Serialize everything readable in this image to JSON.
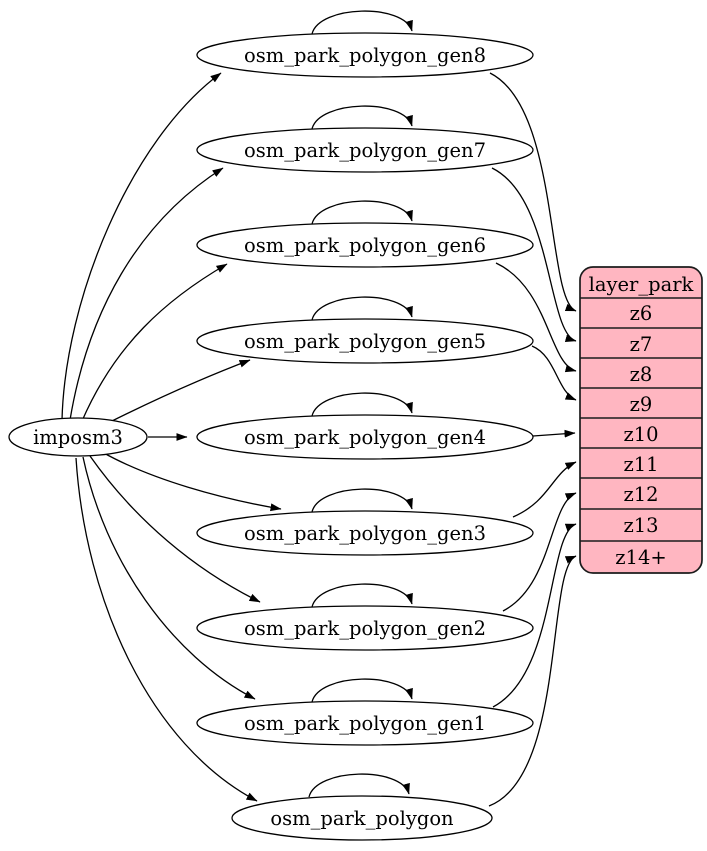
{
  "diagram": {
    "source": {
      "label": "imposm3"
    },
    "nodes": [
      {
        "id": "gen8",
        "label": "osm_park_polygon_gen8",
        "connects_to": "z6"
      },
      {
        "id": "gen7",
        "label": "osm_park_polygon_gen7",
        "connects_to": "z7"
      },
      {
        "id": "gen6",
        "label": "osm_park_polygon_gen6",
        "connects_to": "z8"
      },
      {
        "id": "gen5",
        "label": "osm_park_polygon_gen5",
        "connects_to": "z9"
      },
      {
        "id": "gen4",
        "label": "osm_park_polygon_gen4",
        "connects_to": "z10"
      },
      {
        "id": "gen3",
        "label": "osm_park_polygon_gen3",
        "connects_to": "z11"
      },
      {
        "id": "gen2",
        "label": "osm_park_polygon_gen2",
        "connects_to": "z12"
      },
      {
        "id": "gen1",
        "label": "osm_park_polygon_gen1",
        "connects_to": "z13"
      },
      {
        "id": "base",
        "label": "osm_park_polygon",
        "connects_to": "z14+"
      }
    ],
    "table": {
      "title": "layer_park",
      "rows": [
        {
          "label": "z6"
        },
        {
          "label": "z7"
        },
        {
          "label": "z8"
        },
        {
          "label": "z9"
        },
        {
          "label": "z10"
        },
        {
          "label": "z11"
        },
        {
          "label": "z12"
        },
        {
          "label": "z13"
        },
        {
          "label": "z14+"
        }
      ]
    },
    "edges": {
      "from_source_to": [
        "osm_park_polygon_gen8",
        "osm_park_polygon_gen7",
        "osm_park_polygon_gen6",
        "osm_park_polygon_gen5",
        "osm_park_polygon_gen4",
        "osm_park_polygon_gen3",
        "osm_park_polygon_gen2",
        "osm_park_polygon_gen1",
        "osm_park_polygon"
      ],
      "self_loops_on": [
        "osm_park_polygon_gen8",
        "osm_park_polygon_gen7",
        "osm_park_polygon_gen6",
        "osm_park_polygon_gen5",
        "osm_park_polygon_gen4",
        "osm_park_polygon_gen3",
        "osm_park_polygon_gen2",
        "osm_park_polygon_gen1",
        "osm_park_polygon"
      ],
      "to_table": [
        {
          "from": "osm_park_polygon_gen8",
          "to": "z6"
        },
        {
          "from": "osm_park_polygon_gen7",
          "to": "z7"
        },
        {
          "from": "osm_park_polygon_gen6",
          "to": "z8"
        },
        {
          "from": "osm_park_polygon_gen5",
          "to": "z9"
        },
        {
          "from": "osm_park_polygon_gen4",
          "to": "z10"
        },
        {
          "from": "osm_park_polygon_gen3",
          "to": "z11"
        },
        {
          "from": "osm_park_polygon_gen2",
          "to": "z12"
        },
        {
          "from": "osm_park_polygon_gen1",
          "to": "z13"
        },
        {
          "from": "osm_park_polygon",
          "to": "z14+"
        }
      ]
    },
    "colors": {
      "table_fill": "#ffb6c1",
      "node_fill": "#ffffff",
      "stroke": "#000000",
      "background": "#ffffff"
    }
  }
}
